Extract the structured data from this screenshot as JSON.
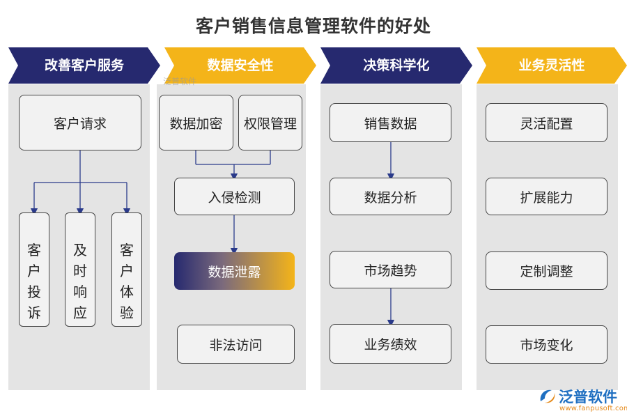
{
  "title": "客户销售信息管理软件的好处",
  "columns": [
    {
      "header": "改善客户服务",
      "color": "#26296f",
      "top": "客户请求",
      "children": [
        "客户投诉",
        "及时响应",
        "客户体验"
      ]
    },
    {
      "header": "数据安全性",
      "color": "#f4b419",
      "pair": [
        "数据加密",
        "权限管理"
      ],
      "flow": [
        "入侵检测",
        "数据泄露"
      ],
      "extra": "非法访问"
    },
    {
      "header": "决策科学化",
      "color": "#26296f",
      "items": [
        "销售数据",
        "数据分析",
        "市场趋势",
        "业务绩效"
      ]
    },
    {
      "header": "业务灵活性",
      "color": "#f4b419",
      "items": [
        "灵活配置",
        "扩展能力",
        "定制调整",
        "市场变化"
      ]
    }
  ],
  "watermark": "泛普软件",
  "logo": {
    "name": "泛普软件",
    "url": "www.fanpusoft.com"
  }
}
